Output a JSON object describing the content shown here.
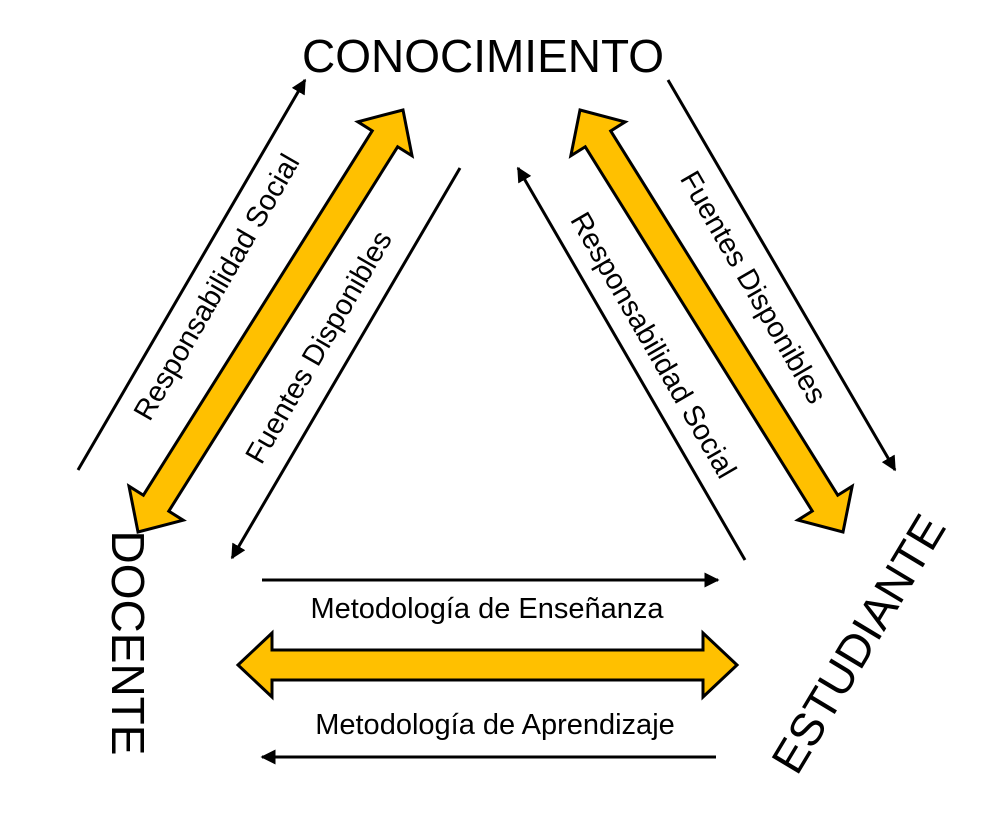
{
  "nodes": {
    "top": "CONOCIMIENTO",
    "left": "DOCENTE",
    "right": "ESTUDIANTE"
  },
  "edges": {
    "left_outer": "Responsabilidad Social",
    "left_inner": "Fuentes Disponibles",
    "right_inner": "Responsabilidad Social",
    "right_outer": "Fuentes Disponibles",
    "bottom_top": "Metodología de Enseñanza",
    "bottom_bottom": "Metodología de Aprendizaje"
  },
  "colors": {
    "accent": "#FFC000",
    "line": "#000000"
  }
}
